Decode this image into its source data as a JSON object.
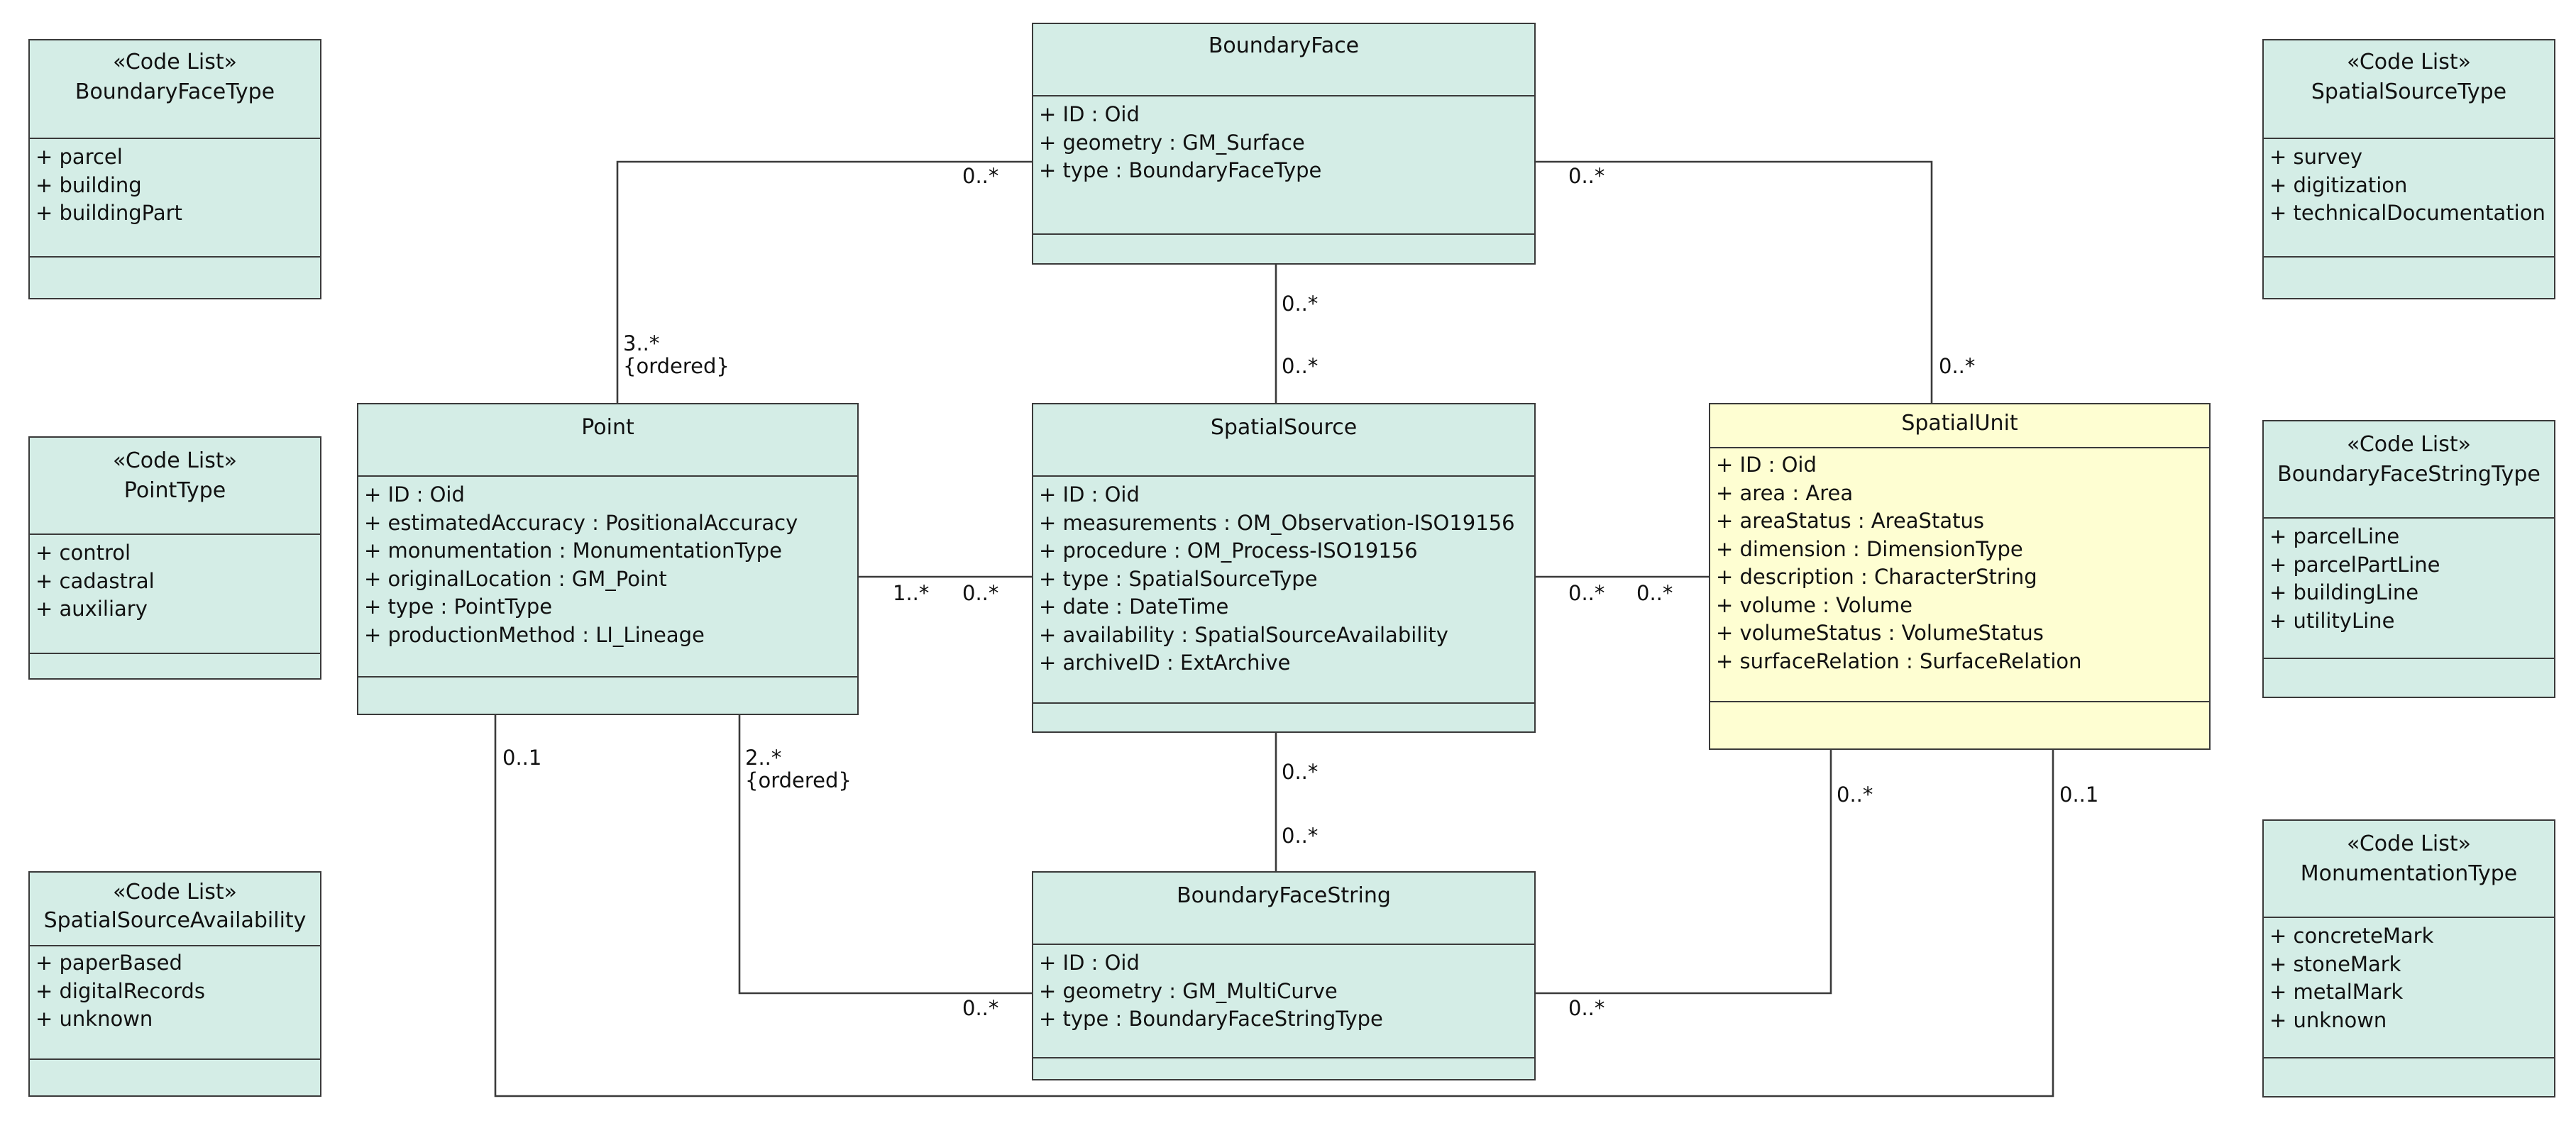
{
  "classes": {
    "boundary_face": {
      "name": "BoundaryFace",
      "attributes": [
        "+ ID : Oid",
        "+ geometry : GM_Surface",
        "+ type : BoundaryFaceType"
      ]
    },
    "point": {
      "name": "Point",
      "attributes": [
        "+ ID : Oid",
        "+ estimatedAccuracy : PositionalAccuracy",
        "+ monumentation : MonumentationType",
        "+ originalLocation : GM_Point",
        "+ type : PointType",
        "+ productionMethod : LI_Lineage"
      ]
    },
    "spatial_source": {
      "name": "SpatialSource",
      "attributes": [
        "+ ID : Oid",
        "+ measurements : OM_Observation-ISO19156",
        "+ procedure : OM_Process-ISO19156",
        "+ type : SpatialSourceType",
        "+ date : DateTime",
        "+ availability : SpatialSourceAvailability",
        "+ archiveID : ExtArchive"
      ]
    },
    "spatial_unit": {
      "name": "SpatialUnit",
      "attributes": [
        "+ ID : Oid",
        "+ area : Area",
        "+ areaStatus : AreaStatus",
        "+ dimension : DimensionType",
        "+ description : CharacterString",
        "+ volume : Volume",
        "+ volumeStatus : VolumeStatus",
        "+ surfaceRelation : SurfaceRelation"
      ]
    },
    "boundary_face_string": {
      "name": "BoundaryFaceString",
      "attributes": [
        "+ ID : Oid",
        "+ geometry : GM_MultiCurve",
        "+ type : BoundaryFaceStringType"
      ]
    }
  },
  "code_lists": {
    "stereotype": "«Code List»",
    "boundary_face_type": {
      "name": "BoundaryFaceType",
      "values": [
        "+ parcel",
        "+ building",
        "+ buildingPart"
      ]
    },
    "point_type": {
      "name": "PointType",
      "values": [
        "+ control",
        "+ cadastral",
        "+ auxiliary"
      ]
    },
    "spatial_source_availability": {
      "name": "SpatialSourceAvailability",
      "values": [
        "+ paperBased",
        "+ digitalRecords",
        "+ unknown"
      ]
    },
    "spatial_source_type": {
      "name": "SpatialSourceType",
      "values": [
        "+ survey",
        "+ digitization",
        "+ technicalDocumentation"
      ]
    },
    "boundary_face_string_type": {
      "name": "BoundaryFaceStringType",
      "values": [
        "+ parcelLine",
        "+ parcelPartLine",
        "+ buildingLine",
        "+ utilityLine"
      ]
    },
    "monumentation_type": {
      "name": "MonumentationType",
      "values": [
        "+ concreteMark",
        "+ stoneMark",
        "+ metalMark",
        "+ unknown"
      ]
    }
  },
  "associations": {
    "point_boundary_face": {
      "point_end": "3..*",
      "point_end_constraint": "{ordered}",
      "boundary_face_end": "0..*"
    },
    "boundary_face_spatial_unit": {
      "boundary_face_end": "0..*",
      "spatial_unit_end": "0..*"
    },
    "boundary_face_spatial_source": {
      "boundary_face_end": "0..*",
      "spatial_source_end": "0..*"
    },
    "point_spatial_source": {
      "point_end": "1..*",
      "spatial_source_end": "0..*"
    },
    "spatial_source_spatial_unit": {
      "spatial_source_end": "0..*",
      "spatial_unit_end": "0..*"
    },
    "spatial_source_boundary_face_string": {
      "spatial_source_end": "0..*",
      "boundary_face_string_end": "0..*"
    },
    "point_boundary_face_string": {
      "point_end": "2..*",
      "point_end_constraint": "{ordered}",
      "boundary_face_string_end": "0..*"
    },
    "spatial_unit_boundary_face_string": {
      "spatial_unit_end": "0..*",
      "boundary_face_string_end": "0..*"
    },
    "point_spatial_unit": {
      "point_end": "0..1",
      "spatial_unit_end": "0..1"
    }
  },
  "colors": {
    "class_fill": "#d4ede6",
    "highlight_fill": "#fefed2",
    "line": "#3a3a3a"
  }
}
